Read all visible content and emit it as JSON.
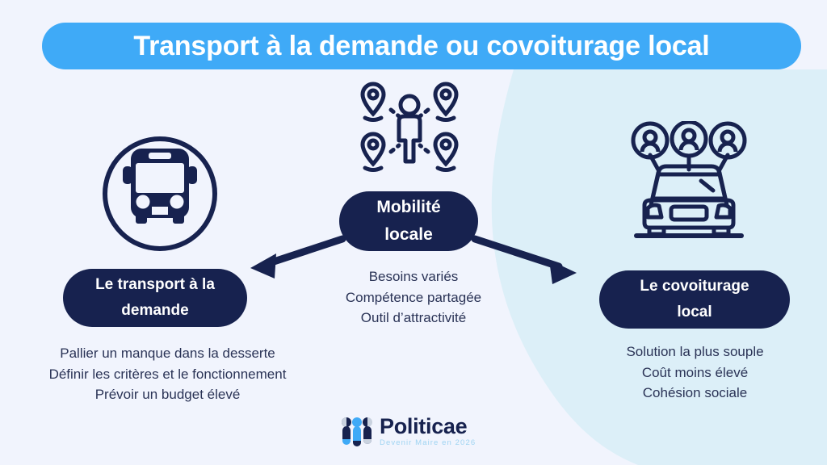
{
  "theme": {
    "background": "#F1F4FD",
    "blob": "#DCEFF8",
    "title_bar": "#3FAAF7",
    "navy": "#17224F",
    "body_text": "#2A3356",
    "logo_tagline": "#9FD4F2",
    "white": "#FFFFFF"
  },
  "header": {
    "title": "Transport à la demande ou covoiturage local"
  },
  "center": {
    "icon_name": "mobility-network-icon",
    "pill_line1": "Mobilité",
    "pill_line2": "locale",
    "bullets": [
      "Besoins variés",
      "Compétence partagée",
      "Outil d’attractivité"
    ]
  },
  "left": {
    "icon_name": "bus-circle-icon",
    "pill_line1": "Le transport à la",
    "pill_line2": "demande",
    "bullets": [
      "Pallier un manque dans la desserte",
      "Définir les critères et le fonctionnement",
      "Prévoir un budget élevé"
    ]
  },
  "right": {
    "icon_name": "carpool-car-icon",
    "pill_line1": "Le covoiturage",
    "pill_line2": "local",
    "bullets": [
      "Solution la plus souple",
      "Coût moins élevé",
      "Cohésion sociale"
    ]
  },
  "arrows": {
    "left_arrow_name": "arrow-to-left-branch",
    "right_arrow_name": "arrow-to-right-branch"
  },
  "logo": {
    "name": "Politicae",
    "tagline": "Devenir Maire en 2026"
  }
}
